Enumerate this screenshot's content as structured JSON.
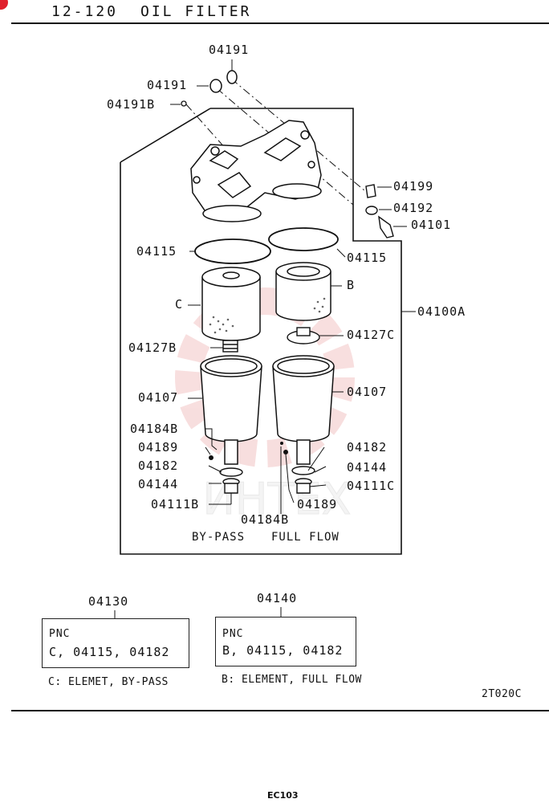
{
  "header": {
    "section": "12-120",
    "title": "OIL FILTER"
  },
  "diagram": {
    "assembly_label": "04100A",
    "parts": {
      "p04191_top": "04191",
      "p04191_left": "04191",
      "p04191b": "04191B",
      "p04199": "04199",
      "p04192": "04192",
      "p04101": "04101",
      "p04115_left": "04115",
      "p04115_right": "04115",
      "letter_c": "C",
      "letter_b": "B",
      "p04127b": "04127B",
      "p04127c": "04127C",
      "p04107_left": "04107",
      "p04107_right": "04107",
      "p04184b_left": "04184B",
      "p04189_left": "04189",
      "p04182_left": "04182",
      "p04144_left": "04144",
      "p04111b": "04111B",
      "p04182_right": "04182",
      "p04144_right": "04144",
      "p04111c": "04111C",
      "p04189_right": "04189",
      "p04184b_center": "04184B"
    },
    "captions": {
      "bypass": "BY-PASS",
      "fullflow": "FULL FLOW"
    }
  },
  "kits": [
    {
      "number": "04130",
      "pnc_label": "PNC",
      "contents": "C, 04115, 04182",
      "note": "C: ELEMET, BY-PASS"
    },
    {
      "number": "04140",
      "pnc_label": "PNC",
      "contents": "B, 04115, 04182",
      "note": "B: ELEMENT, FULL FLOW"
    }
  ],
  "figure_code": "2T020C",
  "page_footer": "EC103",
  "watermark": "ИНТЕХ",
  "colors": {
    "ink": "#111111",
    "watermark": "#f2c4c4",
    "corner_mark": "#e0202c"
  }
}
